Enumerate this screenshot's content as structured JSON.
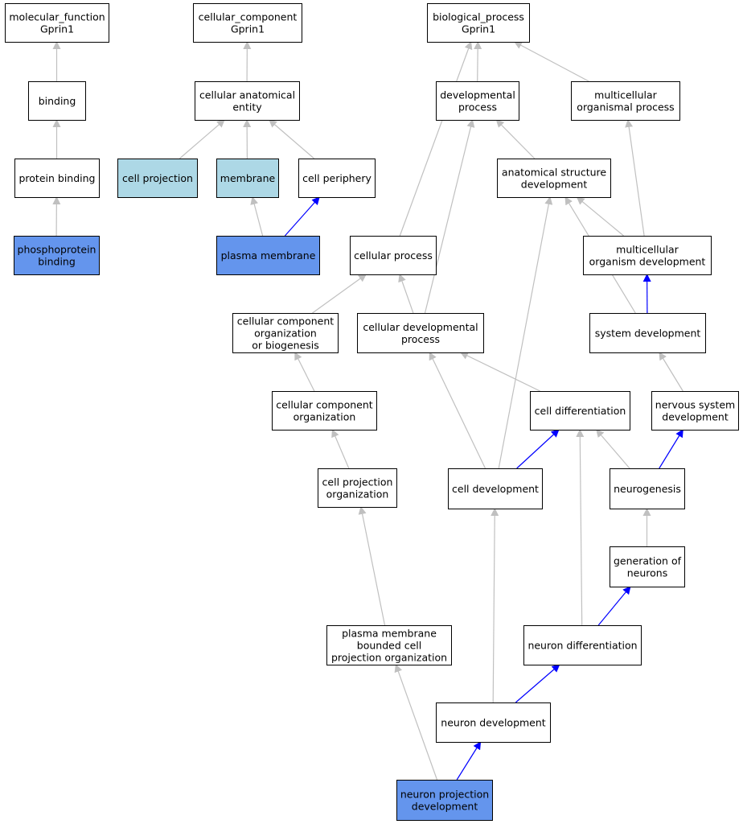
{
  "colors": {
    "plain": "#ffffff",
    "light": "#add8e6",
    "dark": "#6495ed",
    "edge_gray": "#c0c0c0",
    "edge_blue": "#0000ff"
  },
  "nodes": [
    {
      "id": "mf",
      "lines": [
        "molecular_function",
        "Gprin1"
      ],
      "fill": "plain"
    },
    {
      "id": "cc",
      "lines": [
        "cellular_component",
        "Gprin1"
      ],
      "fill": "plain"
    },
    {
      "id": "bp",
      "lines": [
        "biological_process",
        "Gprin1"
      ],
      "fill": "plain"
    },
    {
      "id": "binding",
      "lines": [
        "binding"
      ],
      "fill": "plain"
    },
    {
      "id": "cae",
      "lines": [
        "cellular anatomical",
        "entity"
      ],
      "fill": "plain"
    },
    {
      "id": "devp",
      "lines": [
        "developmental",
        "process"
      ],
      "fill": "plain"
    },
    {
      "id": "mcop",
      "lines": [
        "multicellular",
        "organismal process"
      ],
      "fill": "plain"
    },
    {
      "id": "pb",
      "lines": [
        "protein binding"
      ],
      "fill": "plain"
    },
    {
      "id": "cproj",
      "lines": [
        "cell projection"
      ],
      "fill": "light"
    },
    {
      "id": "mem",
      "lines": [
        "membrane"
      ],
      "fill": "light"
    },
    {
      "id": "cperi",
      "lines": [
        "cell periphery"
      ],
      "fill": "plain"
    },
    {
      "id": "asd",
      "lines": [
        "anatomical structure",
        "development"
      ],
      "fill": "plain"
    },
    {
      "id": "ppb",
      "lines": [
        "phosphoprotein",
        "binding"
      ],
      "fill": "dark"
    },
    {
      "id": "pm",
      "lines": [
        "plasma membrane"
      ],
      "fill": "dark"
    },
    {
      "id": "cellp",
      "lines": [
        "cellular process"
      ],
      "fill": "plain"
    },
    {
      "id": "mcod",
      "lines": [
        "multicellular",
        "organism development"
      ],
      "fill": "plain"
    },
    {
      "id": "ccob",
      "lines": [
        "cellular component",
        "organization",
        "or biogenesis"
      ],
      "fill": "plain"
    },
    {
      "id": "cdp",
      "lines": [
        "cellular developmental",
        "process"
      ],
      "fill": "plain"
    },
    {
      "id": "sysd",
      "lines": [
        "system development"
      ],
      "fill": "plain"
    },
    {
      "id": "cco",
      "lines": [
        "cellular component",
        "organization"
      ],
      "fill": "plain"
    },
    {
      "id": "cdiff",
      "lines": [
        "cell differentiation"
      ],
      "fill": "plain"
    },
    {
      "id": "nsd",
      "lines": [
        "nervous system",
        "development"
      ],
      "fill": "plain"
    },
    {
      "id": "cpo",
      "lines": [
        "cell projection",
        "organization"
      ],
      "fill": "plain"
    },
    {
      "id": "celld",
      "lines": [
        "cell development"
      ],
      "fill": "plain"
    },
    {
      "id": "neurog",
      "lines": [
        "neurogenesis"
      ],
      "fill": "plain"
    },
    {
      "id": "gen",
      "lines": [
        "generation of",
        "neurons"
      ],
      "fill": "plain"
    },
    {
      "id": "pmbcpo",
      "lines": [
        "plasma membrane",
        "bounded cell",
        "projection organization"
      ],
      "fill": "plain"
    },
    {
      "id": "ndiff",
      "lines": [
        "neuron differentiation"
      ],
      "fill": "plain"
    },
    {
      "id": "ndev",
      "lines": [
        "neuron development"
      ],
      "fill": "plain"
    },
    {
      "id": "npd",
      "lines": [
        "neuron projection",
        "development"
      ],
      "fill": "dark"
    }
  ],
  "edges": [
    {
      "from": "binding",
      "to": "mf",
      "color": "gray"
    },
    {
      "from": "pb",
      "to": "binding",
      "color": "gray"
    },
    {
      "from": "ppb",
      "to": "pb",
      "color": "gray"
    },
    {
      "from": "cae",
      "to": "cc",
      "color": "gray"
    },
    {
      "from": "cproj",
      "to": "cae",
      "color": "gray"
    },
    {
      "from": "mem",
      "to": "cae",
      "color": "gray"
    },
    {
      "from": "cperi",
      "to": "cae",
      "color": "gray"
    },
    {
      "from": "pm",
      "to": "mem",
      "color": "gray"
    },
    {
      "from": "pm",
      "to": "cperi",
      "color": "blue"
    },
    {
      "from": "devp",
      "to": "bp",
      "color": "gray"
    },
    {
      "from": "mcop",
      "to": "bp",
      "color": "gray"
    },
    {
      "from": "cellp",
      "to": "bp",
      "color": "gray"
    },
    {
      "from": "asd",
      "to": "devp",
      "color": "gray"
    },
    {
      "from": "cdp",
      "to": "devp",
      "color": "gray"
    },
    {
      "from": "mcod",
      "to": "mcop",
      "color": "gray"
    },
    {
      "from": "mcod",
      "to": "asd",
      "color": "gray"
    },
    {
      "from": "sysd",
      "to": "asd",
      "color": "gray"
    },
    {
      "from": "celld",
      "to": "asd",
      "color": "gray"
    },
    {
      "from": "sysd",
      "to": "mcod",
      "color": "blue"
    },
    {
      "from": "ccob",
      "to": "cellp",
      "color": "gray"
    },
    {
      "from": "cdp",
      "to": "cellp",
      "color": "gray"
    },
    {
      "from": "cco",
      "to": "ccob",
      "color": "gray"
    },
    {
      "from": "cdiff",
      "to": "cdp",
      "color": "gray"
    },
    {
      "from": "celld",
      "to": "cdp",
      "color": "gray"
    },
    {
      "from": "nsd",
      "to": "sysd",
      "color": "gray"
    },
    {
      "from": "cpo",
      "to": "cco",
      "color": "gray"
    },
    {
      "from": "celld",
      "to": "cdiff",
      "color": "blue"
    },
    {
      "from": "neurog",
      "to": "cdiff",
      "color": "gray"
    },
    {
      "from": "neurog",
      "to": "nsd",
      "color": "blue"
    },
    {
      "from": "gen",
      "to": "neurog",
      "color": "gray"
    },
    {
      "from": "ndiff",
      "to": "gen",
      "color": "blue"
    },
    {
      "from": "ndiff",
      "to": "cdiff",
      "color": "gray"
    },
    {
      "from": "pmbcpo",
      "to": "cpo",
      "color": "gray"
    },
    {
      "from": "ndev",
      "to": "ndiff",
      "color": "blue"
    },
    {
      "from": "ndev",
      "to": "celld",
      "color": "gray"
    },
    {
      "from": "npd",
      "to": "ndev",
      "color": "blue"
    },
    {
      "from": "npd",
      "to": "pmbcpo",
      "color": "gray"
    }
  ]
}
